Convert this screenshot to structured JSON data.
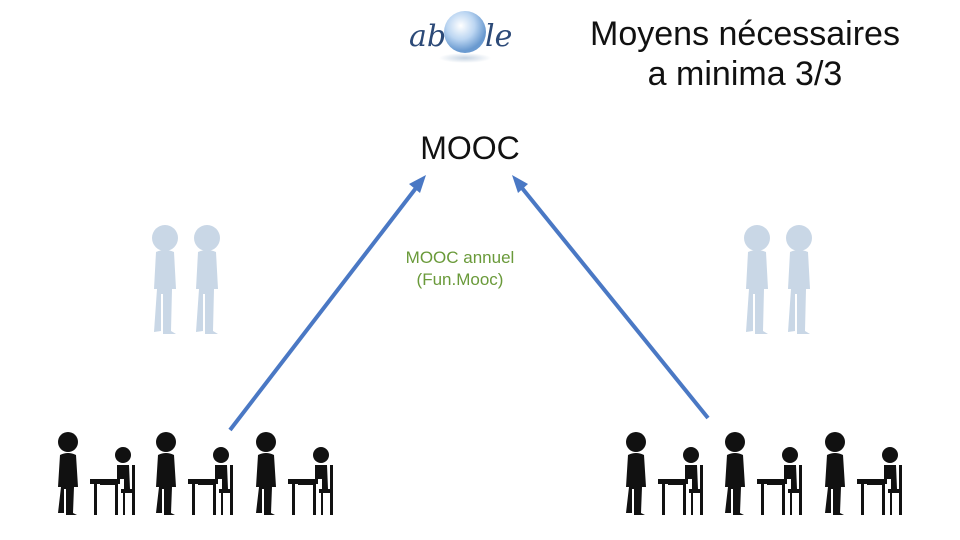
{
  "logo": {
    "text_left": "ab",
    "text_right": "le"
  },
  "title": {
    "line1": "Moyens nécessaires",
    "line2": "a minima 3/3"
  },
  "diagram": {
    "top_node": "MOOC",
    "top_node_detail": {
      "line1": "MOOC annuel",
      "line2": "(Fun.Mooc)"
    }
  },
  "colors": {
    "arrow": "#4a78c4",
    "faded_people": "#c9d7e6",
    "people": "#111111",
    "sub_text": "#6a9a3a"
  },
  "icons": [
    "standing-person-icon",
    "seated-person-at-desk-icon",
    "faded-person-icon"
  ]
}
